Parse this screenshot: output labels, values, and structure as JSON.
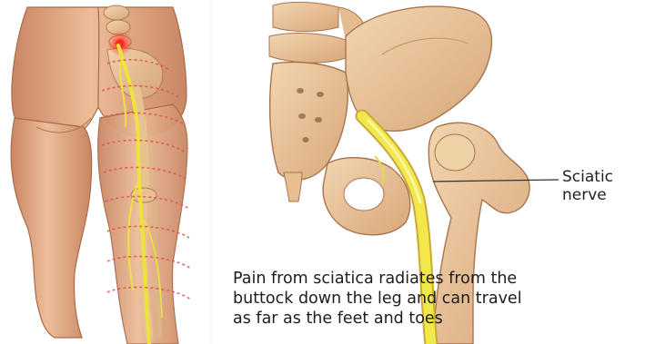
{
  "callout": {
    "line1": "Sciatic",
    "line2": "nerve"
  },
  "caption": {
    "line1": "Pain from sciatica radiates from the",
    "line2": "buttock down the leg and can travel",
    "line3": "as far as the feet and toes"
  },
  "colors": {
    "skin": "#e6b08c",
    "bone": "#e8c49a",
    "nerve": "#e8e23a",
    "pain_ring": "#e24a4a",
    "pain_spot": "#e8261d",
    "background": "#ffffff"
  }
}
